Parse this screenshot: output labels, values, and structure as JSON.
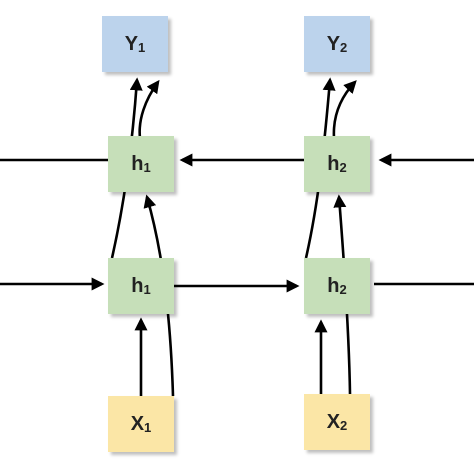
{
  "colors": {
    "output": "#bcd3ec",
    "hidden": "#c6dfb9",
    "input": "#fbe6a6",
    "arrow": "#000000"
  },
  "nodes": {
    "y1": {
      "main": "Y",
      "sub": "1"
    },
    "y2": {
      "main": "Y",
      "sub": "2"
    },
    "hb1": {
      "main": "h",
      "sub": "1"
    },
    "hb2": {
      "main": "h",
      "sub": "2"
    },
    "hf1": {
      "main": "h",
      "sub": "1"
    },
    "hf2": {
      "main": "h",
      "sub": "2"
    },
    "x1": {
      "main": "X",
      "sub": "1"
    },
    "x2": {
      "main": "X",
      "sub": "2"
    }
  }
}
